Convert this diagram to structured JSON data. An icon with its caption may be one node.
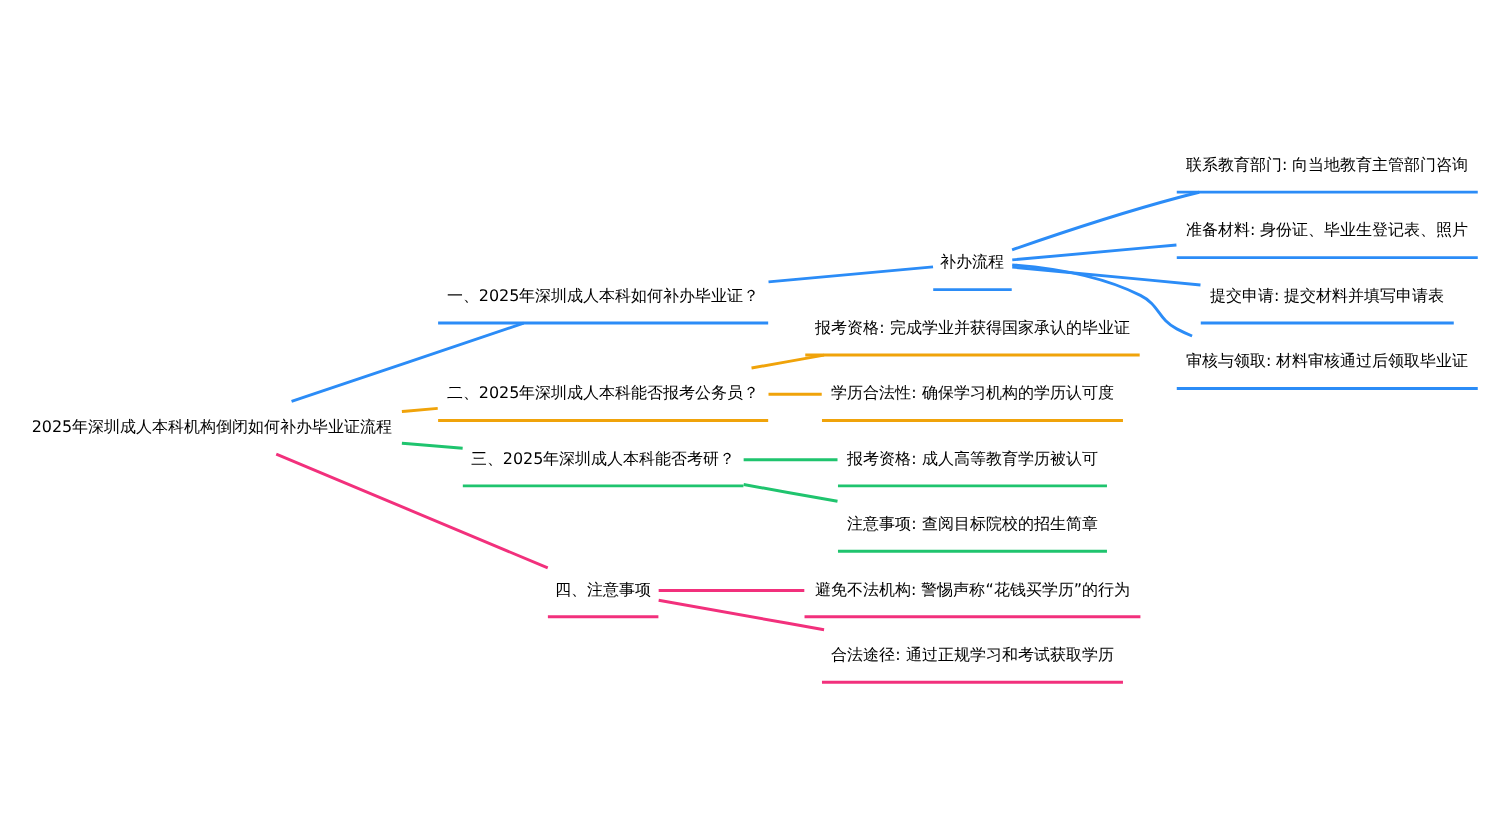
{
  "diagram": {
    "nodes": [
      {
        "text": [
          "2025年深圳成人本科机构倒闭如何补办毕业证流程"
        ]
      },
      {
        "text": [
          "一、2025年深圳成人本科如何补办毕业证？"
        ]
      },
      {
        "text": [
          "补办流程"
        ]
      },
      {
        "text": [
          "联系教育部门: 向当地教育主管部门咨询"
        ]
      },
      {
        "text": [
          "准备材料: 身份证、毕业生登记表、照片"
        ]
      },
      {
        "text": [
          "提交申请: 提交材料并填写申请表"
        ]
      },
      {
        "text": [
          "审核与领取: 材料审核通过后领取毕业证"
        ]
      },
      {
        "text": [
          "二、2025年深圳成人本科能否报考公务员？"
        ]
      },
      {
        "text": [
          "报考资格: 完成学业并获得国家承认的毕业证"
        ]
      },
      {
        "text": [
          "学历合法性: 确保学习机构的学历认可度"
        ]
      },
      {
        "text": [
          "三、2025年深圳成人本科能否考研？"
        ]
      },
      {
        "text": [
          "报考资格: 成人高等教育学历被认可"
        ]
      },
      {
        "text": [
          "注意事项: 查阅目标院校的招生简章"
        ]
      },
      {
        "text": [
          "四、注意事项"
        ]
      },
      {
        "text": [
          "避免不法机构: 警惕声称“花钱买学历”的行为"
        ]
      },
      {
        "text": [
          "合法途径: 通过正规学习和考试获取学历"
        ]
      }
    ],
    "edges": [
      {
        "from": 0,
        "to": 1,
        "arrow": "none",
        "color": "#2b8cf7"
      },
      {
        "from": 1,
        "to": 2,
        "arrow": "none",
        "color": "#2b8cf7"
      },
      {
        "from": 2,
        "to": 3,
        "arrow": "none",
        "color": "#2b8cf7"
      },
      {
        "from": 2,
        "to": 4,
        "arrow": "none",
        "color": "#2b8cf7"
      },
      {
        "from": 2,
        "to": 5,
        "arrow": "none",
        "color": "#2b8cf7"
      },
      {
        "from": 2,
        "to": 6,
        "arrow": "none",
        "color": "#2b8cf7"
      },
      {
        "from": 0,
        "to": 7,
        "arrow": "none",
        "color": "#f0a30a"
      },
      {
        "from": 7,
        "to": 8,
        "arrow": "none",
        "color": "#f0a30a"
      },
      {
        "from": 7,
        "to": 9,
        "arrow": "none",
        "color": "#f0a30a"
      },
      {
        "from": 0,
        "to": 10,
        "arrow": "none",
        "color": "#1fc46e"
      },
      {
        "from": 10,
        "to": 11,
        "arrow": "none",
        "color": "#1fc46e"
      },
      {
        "from": 10,
        "to": 12,
        "arrow": "none",
        "color": "#1fc46e"
      },
      {
        "from": 0,
        "to": 13,
        "arrow": "none",
        "color": "#f2307c"
      },
      {
        "from": 13,
        "to": 14,
        "arrow": "none",
        "color": "#f2307c"
      },
      {
        "from": 13,
        "to": 15,
        "arrow": "none",
        "color": "#f2307c"
      }
    ]
  }
}
